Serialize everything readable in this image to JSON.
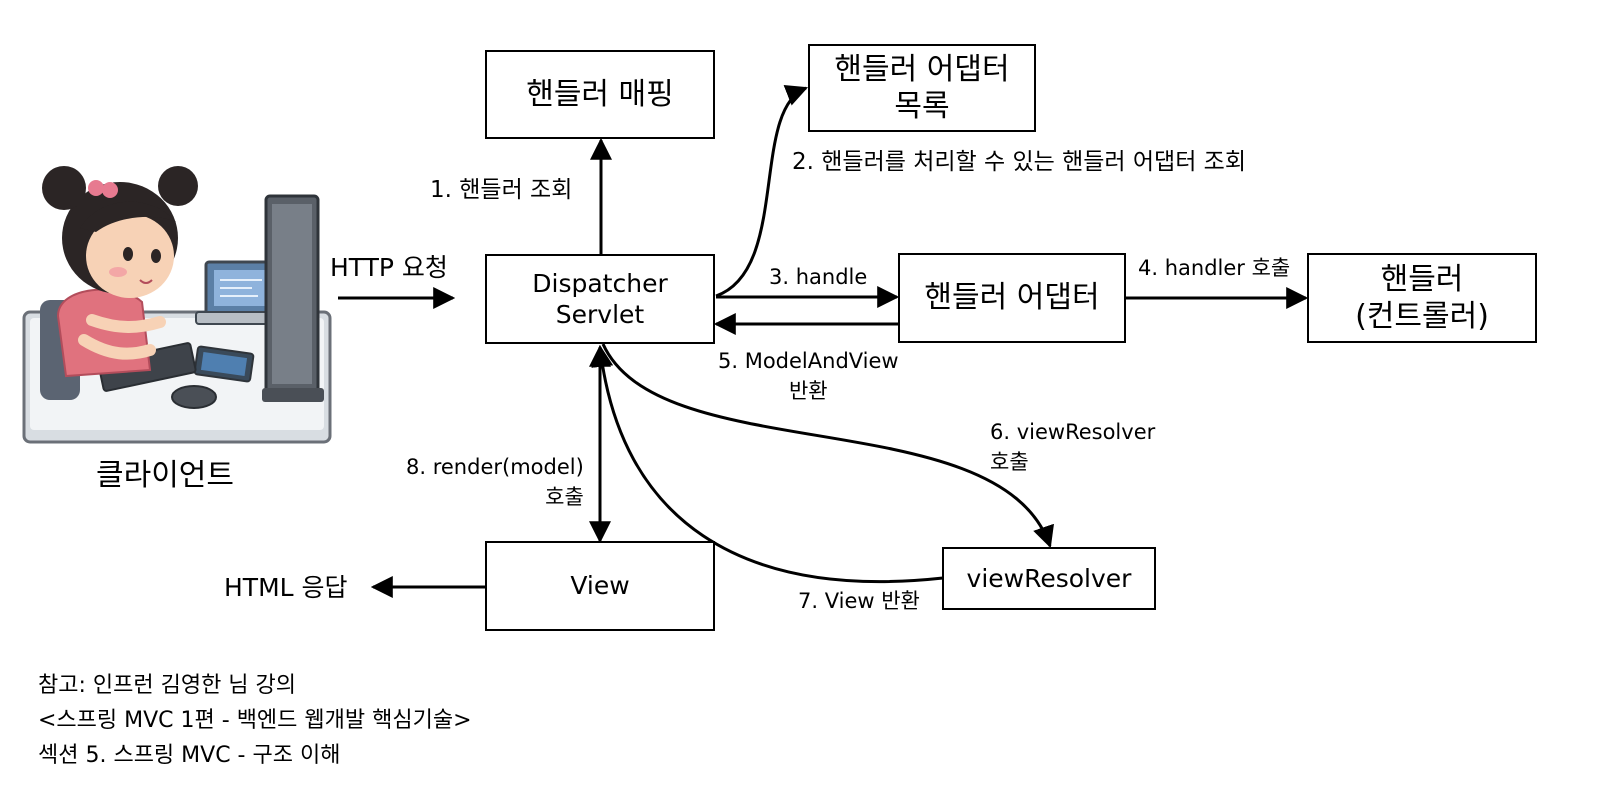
{
  "client": {
    "label": "클라이언트"
  },
  "nodes": {
    "handler_mapping": {
      "lines": [
        "핸들러 매핑"
      ]
    },
    "handler_adapter_list": {
      "lines": [
        "핸들러 어댑터",
        "목록"
      ]
    },
    "dispatcher_servlet": {
      "lines": [
        "Dispatcher",
        "Servlet"
      ]
    },
    "handler_adapter": {
      "lines": [
        "핸들러 어댑터"
      ]
    },
    "handler_controller": {
      "lines": [
        "핸들러",
        "(컨트롤러)"
      ]
    },
    "view": {
      "lines": [
        "View"
      ]
    },
    "view_resolver": {
      "lines": [
        "viewResolver"
      ]
    }
  },
  "edges": {
    "http_request": {
      "lines": [
        "HTTP 요청"
      ]
    },
    "step1": {
      "lines": [
        "1. 핸들러 조회"
      ]
    },
    "step2": {
      "lines": [
        "2. 핸들러를 처리할 수 있는 핸들러 어댑터 조회"
      ]
    },
    "step3": {
      "lines": [
        "3. handle"
      ]
    },
    "step4": {
      "lines": [
        "4. handler 호출"
      ]
    },
    "step5": {
      "lines": [
        "5. ModelAndView",
        "반환"
      ]
    },
    "step6": {
      "lines": [
        "6. viewResolver",
        "호출"
      ]
    },
    "step7": {
      "lines": [
        "7. View 반환"
      ]
    },
    "step8": {
      "lines": [
        "8. render(model)",
        "호출"
      ]
    },
    "html_response": {
      "lines": [
        "HTML 응답"
      ]
    }
  },
  "reference": {
    "lines": [
      "참고: 인프런 김영한 님 강의",
      "<스프링 MVC 1편 - 백엔드 웹개발 핵심기술>",
      "섹션 5. 스프링 MVC - 구조 이해"
    ]
  },
  "colors": {
    "line": "#000000",
    "box_border": "#000000",
    "background": "#ffffff"
  }
}
